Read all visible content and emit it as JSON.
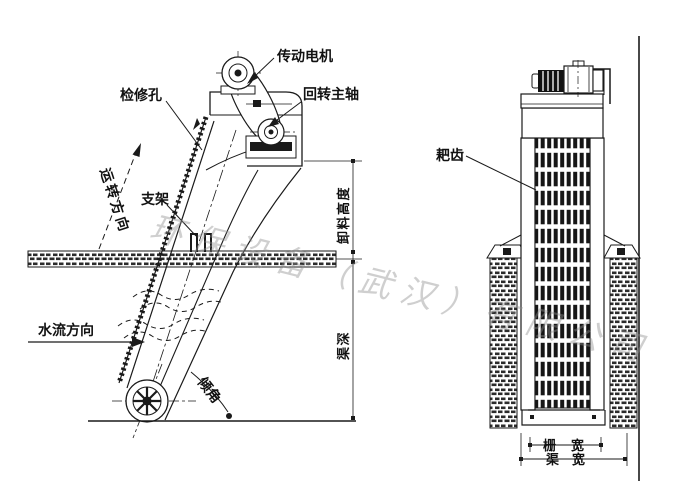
{
  "watermark": {
    "text": "环保设备（武汉）有限公司"
  },
  "side_view": {
    "labels": {
      "drive_motor": "传动电机",
      "inspection_hole": "检修孔",
      "rotary_main_shaft": "回转主轴",
      "running_direction": "运转方向",
      "support": "支架",
      "water_flow": "水流方向",
      "inclination": "倾角",
      "discharge_height": "卸料高度",
      "channel_depth": "渠深"
    }
  },
  "front_view": {
    "labels": {
      "rake_teeth": "耙齿",
      "screen_width": "栅宽",
      "channel_width": "渠宽"
    }
  },
  "colors": {
    "line": "#1a1a1a",
    "watermark": "#8f8f8f"
  }
}
